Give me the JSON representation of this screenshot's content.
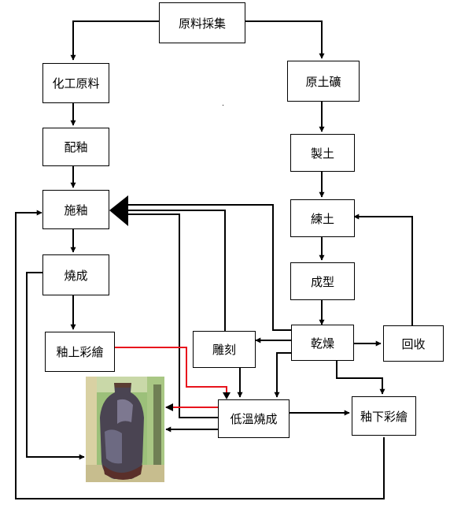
{
  "nodes": {
    "raw_collect": "原料採集",
    "chem_material": "化工原料",
    "raw_clay": "原土礦",
    "glaze_mix": "配釉",
    "make_clay": "製土",
    "glazing": "施釉",
    "wedge_clay": "練土",
    "firing": "燒成",
    "forming": "成型",
    "overglaze": "釉上彩繪",
    "carving": "雕刻",
    "drying": "乾燥",
    "recycle": "回收",
    "low_temp_firing": "低溫燒成",
    "underglaze": "釉下彩繪"
  },
  "colors": {
    "line": "#000000",
    "highlight": "#e8141d"
  },
  "image": {
    "icon": "vase-photo"
  }
}
